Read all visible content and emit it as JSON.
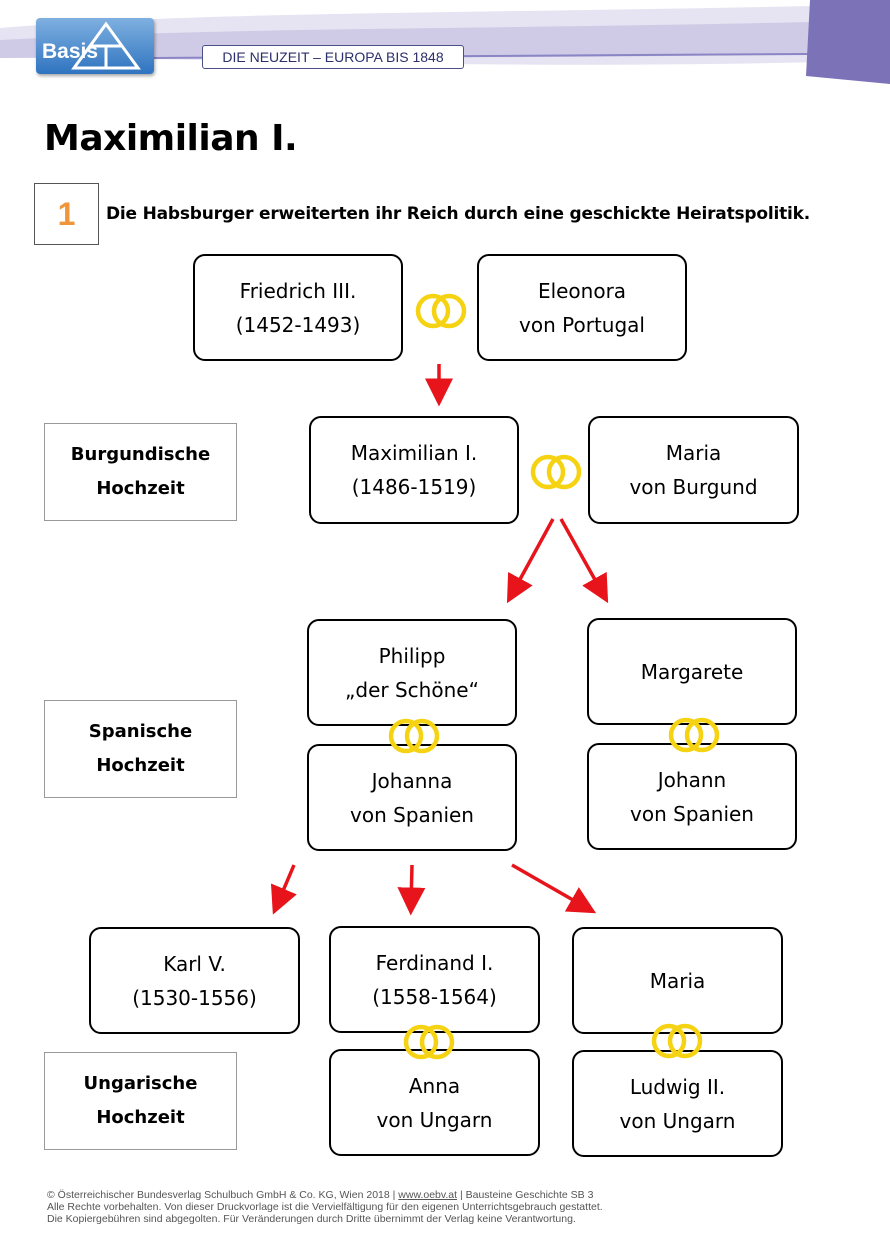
{
  "header": {
    "logo_text": "Basis",
    "series_label": "DIE NEUZEIT – EUROPA BIS 1848"
  },
  "page_title": "Maximilian I.",
  "task": {
    "number": "1",
    "instruction": "Die Habsburger erweiterten ihr Reich durch eine geschickte Heiratspolitik."
  },
  "persons": {
    "friedrich": [
      "Friedrich III.",
      "(1452-1493)"
    ],
    "eleonora": [
      "Eleonora",
      "von Portugal"
    ],
    "maximilian": [
      "Maximilian I.",
      "(1486-1519)"
    ],
    "maria_burgund": [
      "Maria",
      "von Burgund"
    ],
    "philipp": [
      "Philipp",
      "„der Schöne“"
    ],
    "margarete": [
      "Margarete"
    ],
    "johanna": [
      "Johanna",
      "von Spanien"
    ],
    "johann": [
      "Johann",
      "von Spanien"
    ],
    "karl": [
      "Karl V.",
      "(1530-1556)"
    ],
    "ferdinand": [
      "Ferdinand I.",
      "(1558-1564)"
    ],
    "maria_ungarn": [
      "Maria"
    ],
    "anna": [
      "Anna",
      "von Ungarn"
    ],
    "ludwig": [
      "Ludwig II.",
      "von Ungarn"
    ]
  },
  "labels": {
    "burgundisch": [
      "Burgundische",
      "Hochzeit"
    ],
    "spanisch": [
      "Spanische",
      "Hochzeit"
    ],
    "ungarisch": [
      "Ungarische",
      "Hochzeit"
    ]
  },
  "colors": {
    "arrow": "#e8141b",
    "ring": "#f5d312",
    "task_number": "#f0953a",
    "header_purple": "#7b72b8"
  },
  "footer": {
    "line1_a": "© Österreichischer Bundesverlag Schulbuch GmbH & Co. KG, Wien 2018 | ",
    "link": "www.oebv.at",
    "line1_b": " | Bausteine Geschichte SB 3",
    "line2": "Alle Rechte vorbehalten. Von dieser Druckvorlage ist die Vervielfältigung für den eigenen Unterrichtsgebrauch gestattet.",
    "line3": "Die Kopiergebühren sind abgegolten. Für Veränderungen durch Dritte übernimmt der Verlag keine Verantwortung."
  }
}
